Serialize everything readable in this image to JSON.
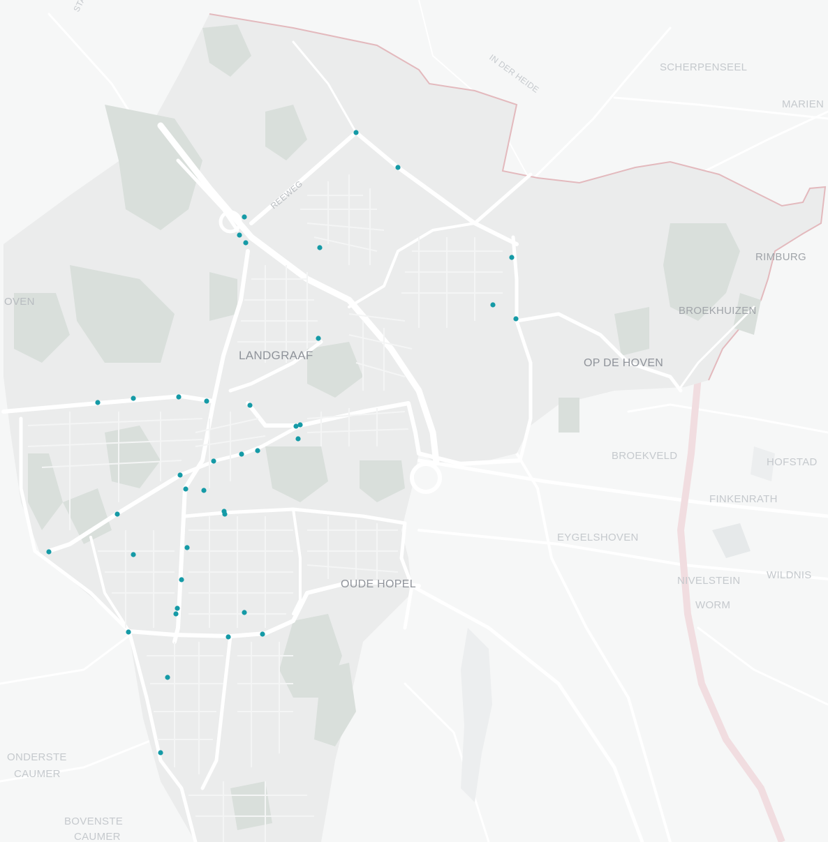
{
  "map": {
    "colors": {
      "background": "#f6f7f7",
      "municipality_fill": "#ebecec",
      "park": "#d9dfdb",
      "road": "#ffffff",
      "border": "#e3b9bd",
      "marker": "#159aa6",
      "label_major": "#8f939a",
      "label_minor": "#c5c9cd"
    },
    "labels": {
      "landgraaf": "LANDGRAAF",
      "op_de_hoven": "OP DE HOVEN",
      "oude_hopel": "OUDE HOPEL",
      "rimburg": "RIMBURG",
      "broekhuizen": "BROEKHUIZEN",
      "scherpenseel": "SCHERPENSEEL",
      "marienberg": "MARIEN",
      "in_der_heide": "IN DER HEIDE",
      "reeweg": "REEWEG",
      "oven": "OVEN",
      "broekveld": "BROEKVELD",
      "hofstad": "HOFSTAD",
      "finkenrath": "FINKENRATH",
      "eygelshoven": "EYGELSHOVEN",
      "nivelstein": "NIVELSTEIN",
      "wildnis": "WILDNIS",
      "worm": "WORM",
      "onderste_caumer_1": "ONDERSTE",
      "onderste_caumer_2": "CAUMER",
      "bovenste_caumer_1": "BOVENSTE",
      "bovenste_caumer_2": "CAUMER",
      "stad": "STAD"
    },
    "icons": [
      "location-marker-icon"
    ]
  }
}
